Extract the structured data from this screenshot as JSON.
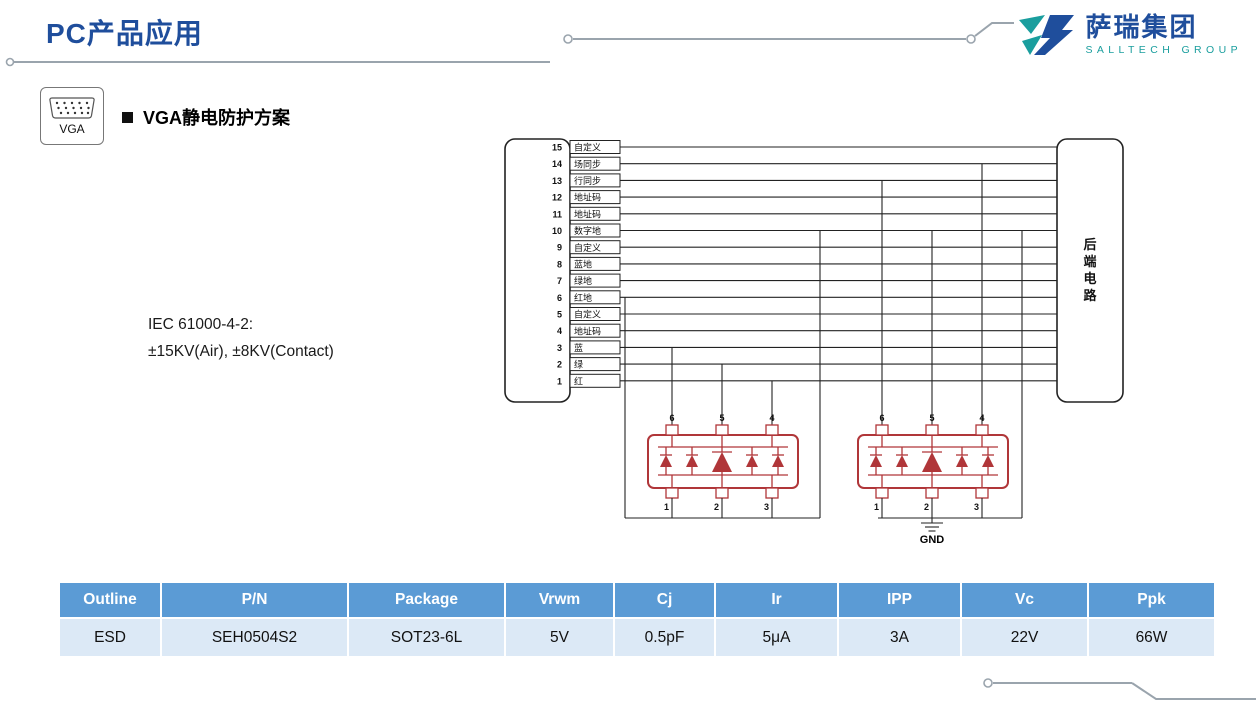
{
  "header": {
    "title": "PC产品应用",
    "logo_name": "萨瑞集团",
    "logo_subtitle": "SALLTECH GROUP"
  },
  "section": {
    "heading": "VGA静电防护方案",
    "vga_label": "VGA"
  },
  "standard": {
    "line1": "IEC 61000-4-2:",
    "line2": "±15KV(Air), ±8KV(Contact)"
  },
  "diagram": {
    "pins": [
      {
        "num": "15",
        "label": "自定义"
      },
      {
        "num": "14",
        "label": "场同步"
      },
      {
        "num": "13",
        "label": "行同步"
      },
      {
        "num": "12",
        "label": "地址码"
      },
      {
        "num": "11",
        "label": "地址码"
      },
      {
        "num": "10",
        "label": "数字地"
      },
      {
        "num": "9",
        "label": "自定义"
      },
      {
        "num": "8",
        "label": "蓝地"
      },
      {
        "num": "7",
        "label": "绿地"
      },
      {
        "num": "6",
        "label": "红地"
      },
      {
        "num": "5",
        "label": "自定义"
      },
      {
        "num": "4",
        "label": "地址码"
      },
      {
        "num": "3",
        "label": "蓝"
      },
      {
        "num": "2",
        "label": "绿"
      },
      {
        "num": "1",
        "label": "红"
      }
    ],
    "right_box_chars": [
      "后",
      "端",
      "电",
      "路"
    ],
    "array_top_pins": [
      "6",
      "5",
      "4"
    ],
    "array_bottom_pins": [
      "1",
      "2",
      "3"
    ],
    "gnd_label": "GND"
  },
  "table": {
    "headers": [
      "Outline",
      "P/N",
      "Package",
      "Vrwm",
      "Cj",
      "Ir",
      "IPP",
      "Vc",
      "Ppk"
    ],
    "rows": [
      [
        "ESD",
        "SEH0504S2",
        "SOT23-6L",
        "5V",
        "0.5pF",
        "5μA",
        "3A",
        "22V",
        "66W"
      ]
    ]
  },
  "colors": {
    "title_blue": "#1F4E9C",
    "teal": "#1A9E9E",
    "table_header_blue": "#5B9BD5",
    "table_row_blue": "#DCE9F6",
    "diagram_red": "#B03639"
  }
}
